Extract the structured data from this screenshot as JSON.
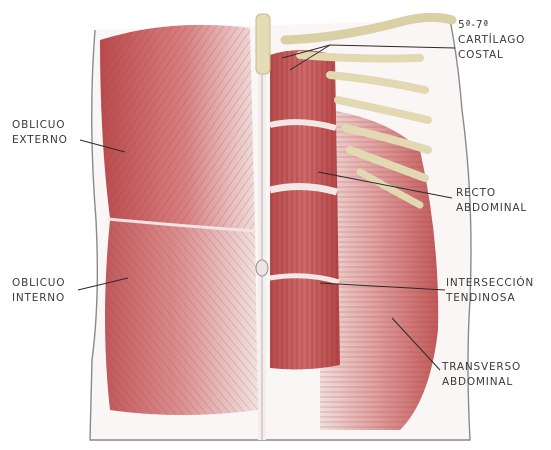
{
  "labels": {
    "costal_cartilage": {
      "line1": "5ª-7ª",
      "line2": "CARTÍLAGO",
      "line3": "COSTAL"
    },
    "external_oblique": {
      "line1": "OBLICUO",
      "line2": "EXTERNO"
    },
    "rectus_abdominis": {
      "line1": "RECTO",
      "line2": "ABDOMINAL"
    },
    "internal_oblique": {
      "line1": "OBLICUO",
      "line2": "INTERNO"
    },
    "tendinous_intersection": {
      "line1": "INTERSECCIÓN",
      "line2": "TENDINOSA"
    },
    "transversus_abdominis": {
      "line1": "TRANSVERSO",
      "line2": "ABDOMINAL"
    }
  },
  "colors": {
    "muscle": "#c85a5c",
    "muscle_dark": "#a8403f",
    "muscle_light": "#e3a3a2",
    "aponeurosis": "#f1e7e6",
    "cartilage": "#e8deb0",
    "skin_outline": "#8a8a8a",
    "leader": "#2a2a2a"
  }
}
